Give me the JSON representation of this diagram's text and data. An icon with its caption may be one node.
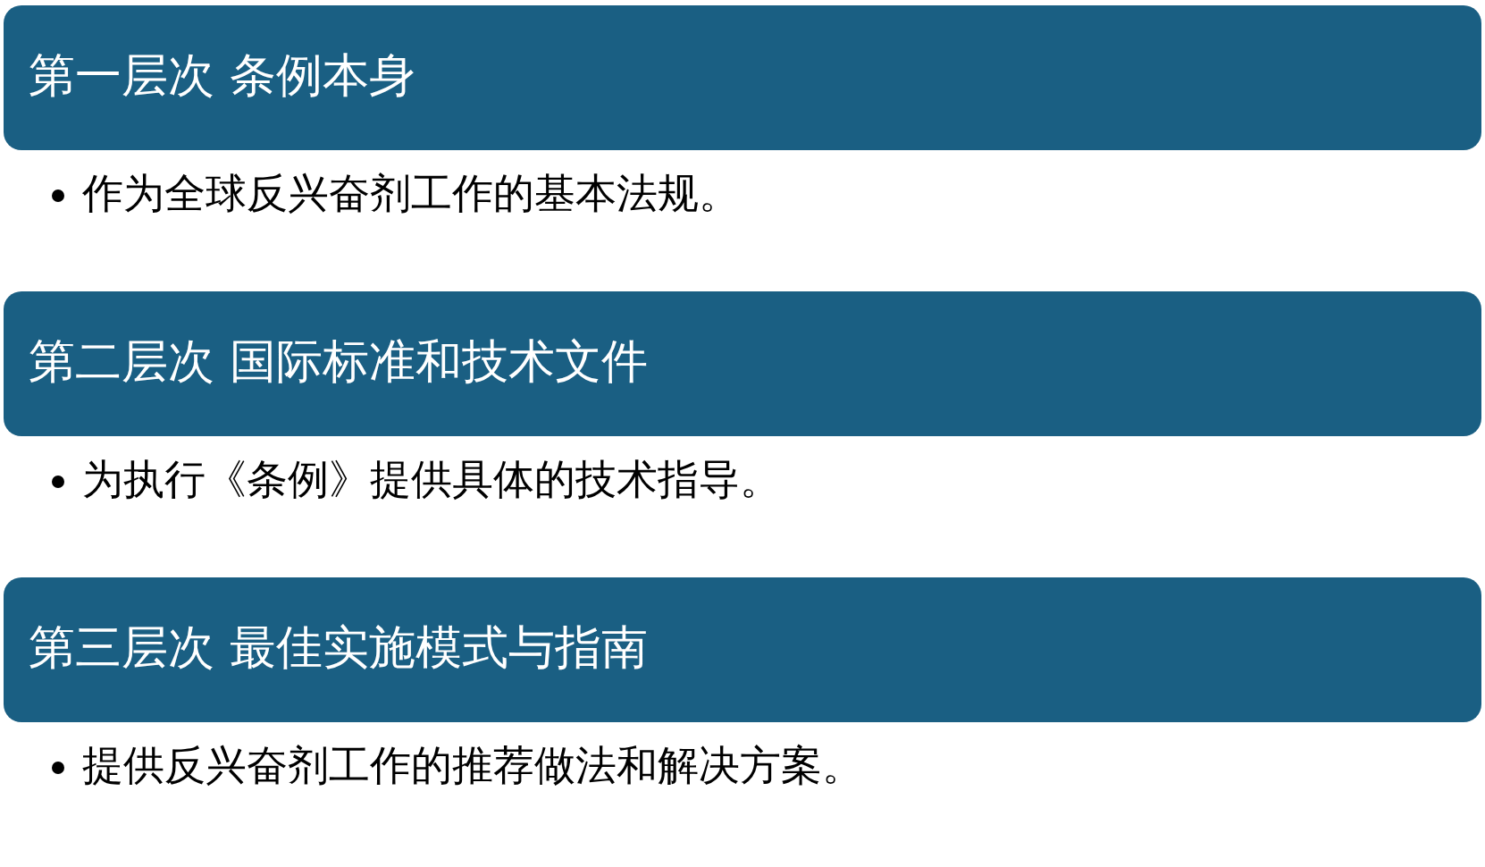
{
  "diagram": {
    "nodes": [
      {
        "text": [
          "第一层次 条例本身",
          "作为全球反兴奋剂工作的基本法规。"
        ]
      },
      {
        "text": [
          "第二层次 国际标准和技术文件",
          "为执行《条例》提供具体的技术指导。"
        ]
      },
      {
        "text": [
          "第三层次 最佳实施模式与指南",
          "提供反兴奋剂工作的推荐做法和解决方案。"
        ]
      }
    ]
  }
}
